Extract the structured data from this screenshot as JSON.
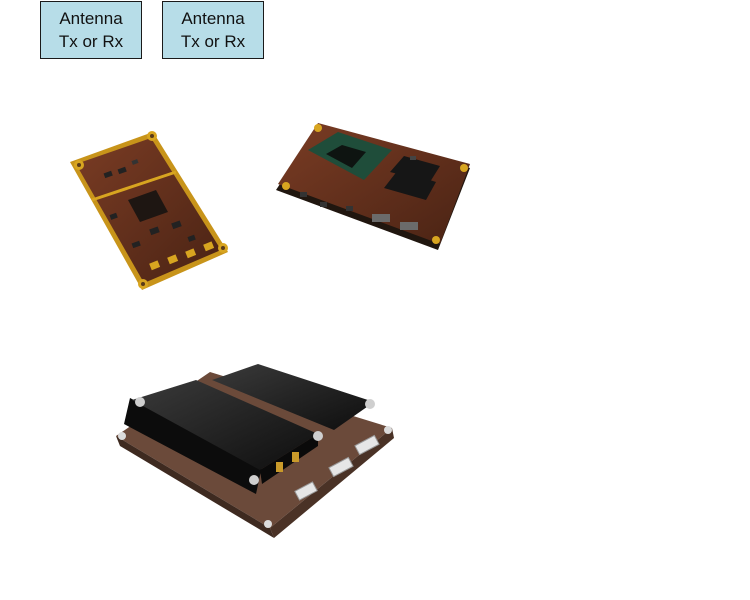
{
  "labels": [
    {
      "line1": "Antenna",
      "line2": "Tx or Rx"
    },
    {
      "line1": "Antenna",
      "line2": "Tx or Rx"
    }
  ],
  "colors": {
    "label_fill": "#b7dde8",
    "pcb_brown": "#5c2e1c",
    "pcb_gold": "#d8a520",
    "chip_green": "#1f4d3a",
    "housing_black": "#1c1c1c",
    "base_brown": "#6b4a3a"
  },
  "images": [
    "rf-transceiver-board",
    "processor-module-board",
    "enclosed-radio-unit"
  ]
}
